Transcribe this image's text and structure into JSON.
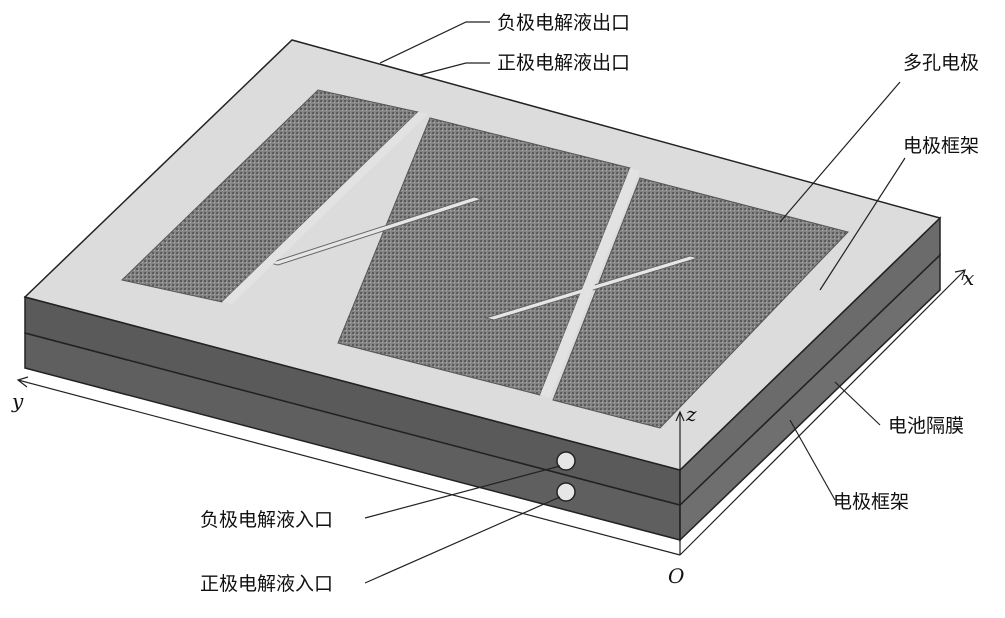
{
  "labels": {
    "neg_outlet": "负极电解液出口",
    "pos_outlet": "正极电解液出口",
    "porous_electrode": "多孔电极",
    "electrode_frame_top": "电极框架",
    "separator": "电池隔膜",
    "electrode_frame_bottom": "电极框架",
    "neg_inlet": "负极电解液入口",
    "pos_inlet": "正极电解液入口"
  },
  "axes": {
    "x": "x",
    "y": "y",
    "z": "z",
    "origin": "O"
  },
  "colors": {
    "frame_top": "#dcdcdc",
    "layer_side": "#5a5a5a",
    "layer_front": "#6b6b6b",
    "electrode_mesh": "#8a8a8a",
    "line": "#222222"
  }
}
